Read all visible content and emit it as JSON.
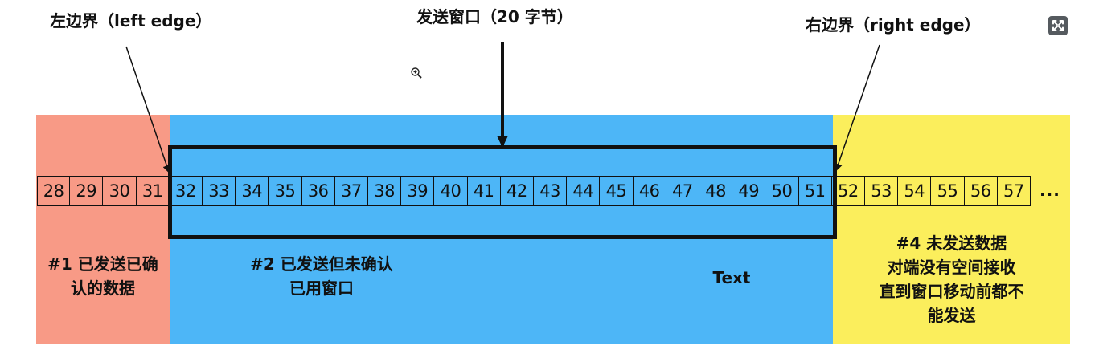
{
  "labels": {
    "left_edge": "左边界（left edge）",
    "window": "发送窗口（20 字节）",
    "right_edge": "右边界（right edge）"
  },
  "regions": {
    "r1": {
      "line1": "#1 已发送已确",
      "line2": "认的数据",
      "color": "#f89a86"
    },
    "r2": {
      "line1": "#2 已发送但未确认",
      "line2": "已用窗口",
      "color": "#4db6f7"
    },
    "text": "Text",
    "r4": {
      "line1": "#4 未发送数据",
      "line2": "对端没有空间接收",
      "line3": "直到窗口移动前都不",
      "line4": "能发送",
      "color": "#fbee5c"
    }
  },
  "sequence": {
    "numbers": [
      28,
      29,
      30,
      31,
      32,
      33,
      34,
      35,
      36,
      37,
      38,
      39,
      40,
      41,
      42,
      43,
      44,
      45,
      46,
      47,
      48,
      49,
      50,
      51,
      52,
      53,
      54,
      55,
      56,
      57
    ],
    "ellipsis": "..."
  },
  "icons": {
    "expand": "expand-icon",
    "zoom": "zoom-in-icon"
  }
}
